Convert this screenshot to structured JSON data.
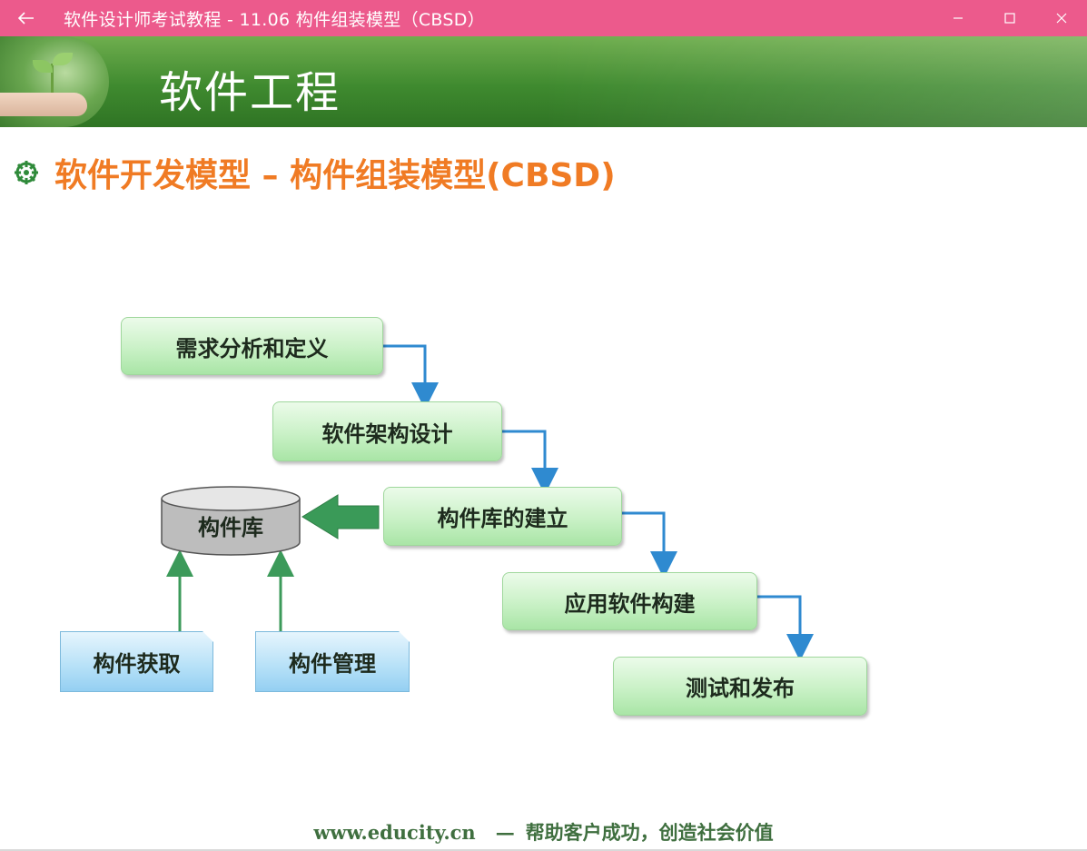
{
  "window": {
    "title": "软件设计师考试教程 - 11.06  构件组装模型（CBSD）",
    "back_icon": "back-arrow-icon",
    "controls": [
      "minimize-icon",
      "maximize-icon",
      "close-icon"
    ],
    "accent": "#ec5a8c"
  },
  "slide": {
    "banner_title": "软件工程",
    "heading": "软件开发模型 – 构件组装模型(CBSD)",
    "heading_color": "#f07b24",
    "bullet_icon": "wheel-bullet-icon",
    "footer_url": "www.educity.cn",
    "footer_dash": "—",
    "footer_slogan": "帮助客户成功，创造社会价值"
  },
  "diagram": {
    "steps": [
      "需求分析和定义",
      "软件架构设计",
      "构件库的建立",
      "应用软件构建",
      "测试和发布"
    ],
    "library": "构件库",
    "inputs": [
      "构件获取",
      "构件管理"
    ]
  }
}
